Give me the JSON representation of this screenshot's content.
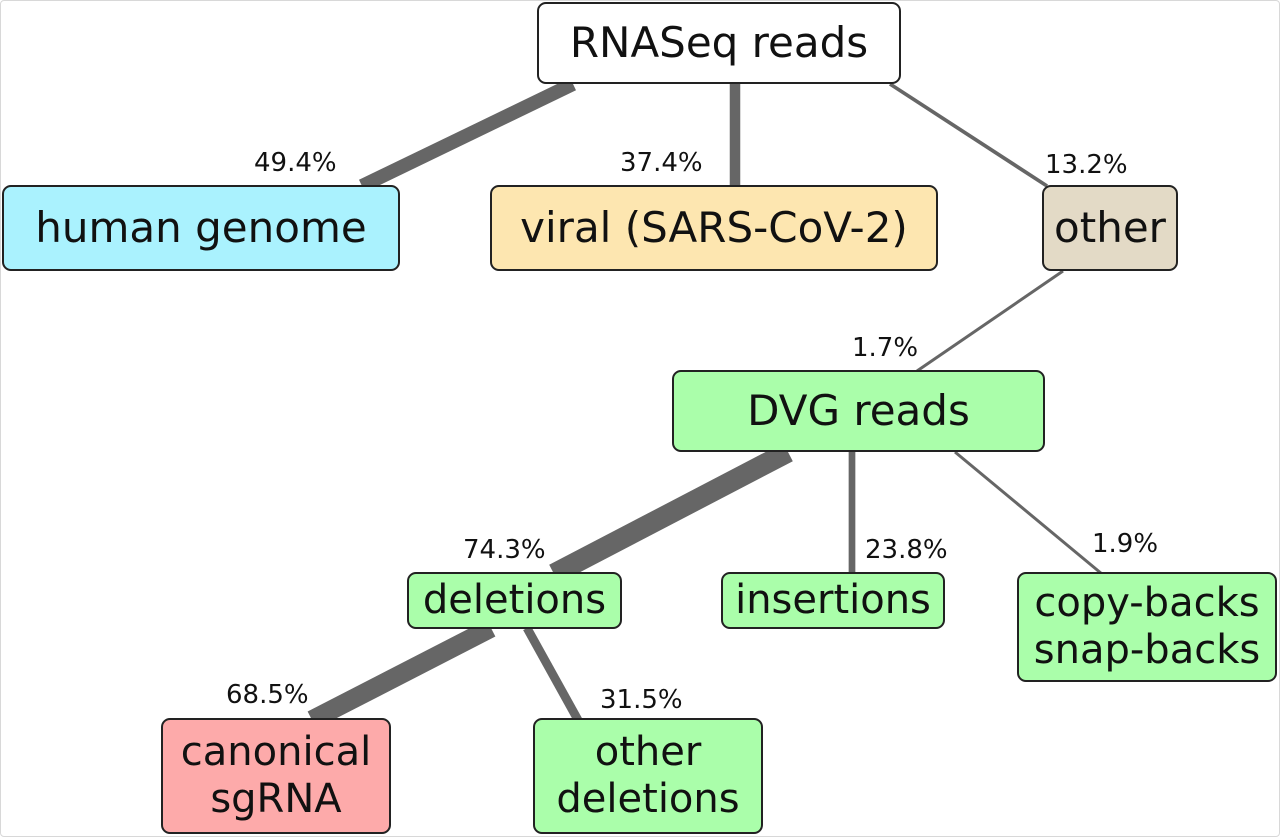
{
  "nodes": {
    "rnaseq": {
      "label": "RNASeq reads",
      "color": "#ffffff"
    },
    "human": {
      "label": "human genome",
      "color": "#aaf2fe"
    },
    "viral": {
      "label": "viral (SARS-CoV-2)",
      "color": "#fde6b0"
    },
    "other": {
      "label": "other",
      "color": "#e3dac6"
    },
    "dvg": {
      "label": "DVG reads",
      "color": "#aafeaa"
    },
    "deletions": {
      "label": "deletions",
      "color": "#aafeaa"
    },
    "insertions": {
      "label": "insertions",
      "color": "#aafeaa"
    },
    "copybacks": {
      "label": "copy-backs\nsnap-backs",
      "color": "#aafeaa"
    },
    "canonical": {
      "label": "canonical\nsgRNA",
      "color": "#fdaaaa"
    },
    "otherdel": {
      "label": "other\ndeletions",
      "color": "#aafeaa"
    }
  },
  "edges": [
    {
      "id": "edge-rnaseq-human",
      "from": "rnaseq",
      "to": "human",
      "percent": "49.4%",
      "fraction": 0.494
    },
    {
      "id": "edge-rnaseq-viral",
      "from": "rnaseq",
      "to": "viral",
      "percent": "37.4%",
      "fraction": 0.374
    },
    {
      "id": "edge-rnaseq-other",
      "from": "rnaseq",
      "to": "other",
      "percent": "13.2%",
      "fraction": 0.132
    },
    {
      "id": "edge-other-dvg",
      "from": "other",
      "to": "dvg",
      "percent": "1.7%",
      "fraction": 0.017
    },
    {
      "id": "edge-dvg-deletions",
      "from": "dvg",
      "to": "deletions",
      "percent": "74.3%",
      "fraction": 0.743
    },
    {
      "id": "edge-dvg-insertions",
      "from": "dvg",
      "to": "insertions",
      "percent": "23.8%",
      "fraction": 0.238
    },
    {
      "id": "edge-dvg-copybacks",
      "from": "dvg",
      "to": "copybacks",
      "percent": "1.9%",
      "fraction": 0.019
    },
    {
      "id": "edge-deletions-canonical",
      "from": "deletions",
      "to": "canonical",
      "percent": "68.5%",
      "fraction": 0.685
    },
    {
      "id": "edge-deletions-otherdel",
      "from": "deletions",
      "to": "otherdel",
      "percent": "31.5%",
      "fraction": 0.315
    }
  ],
  "edge_color": "#666666"
}
